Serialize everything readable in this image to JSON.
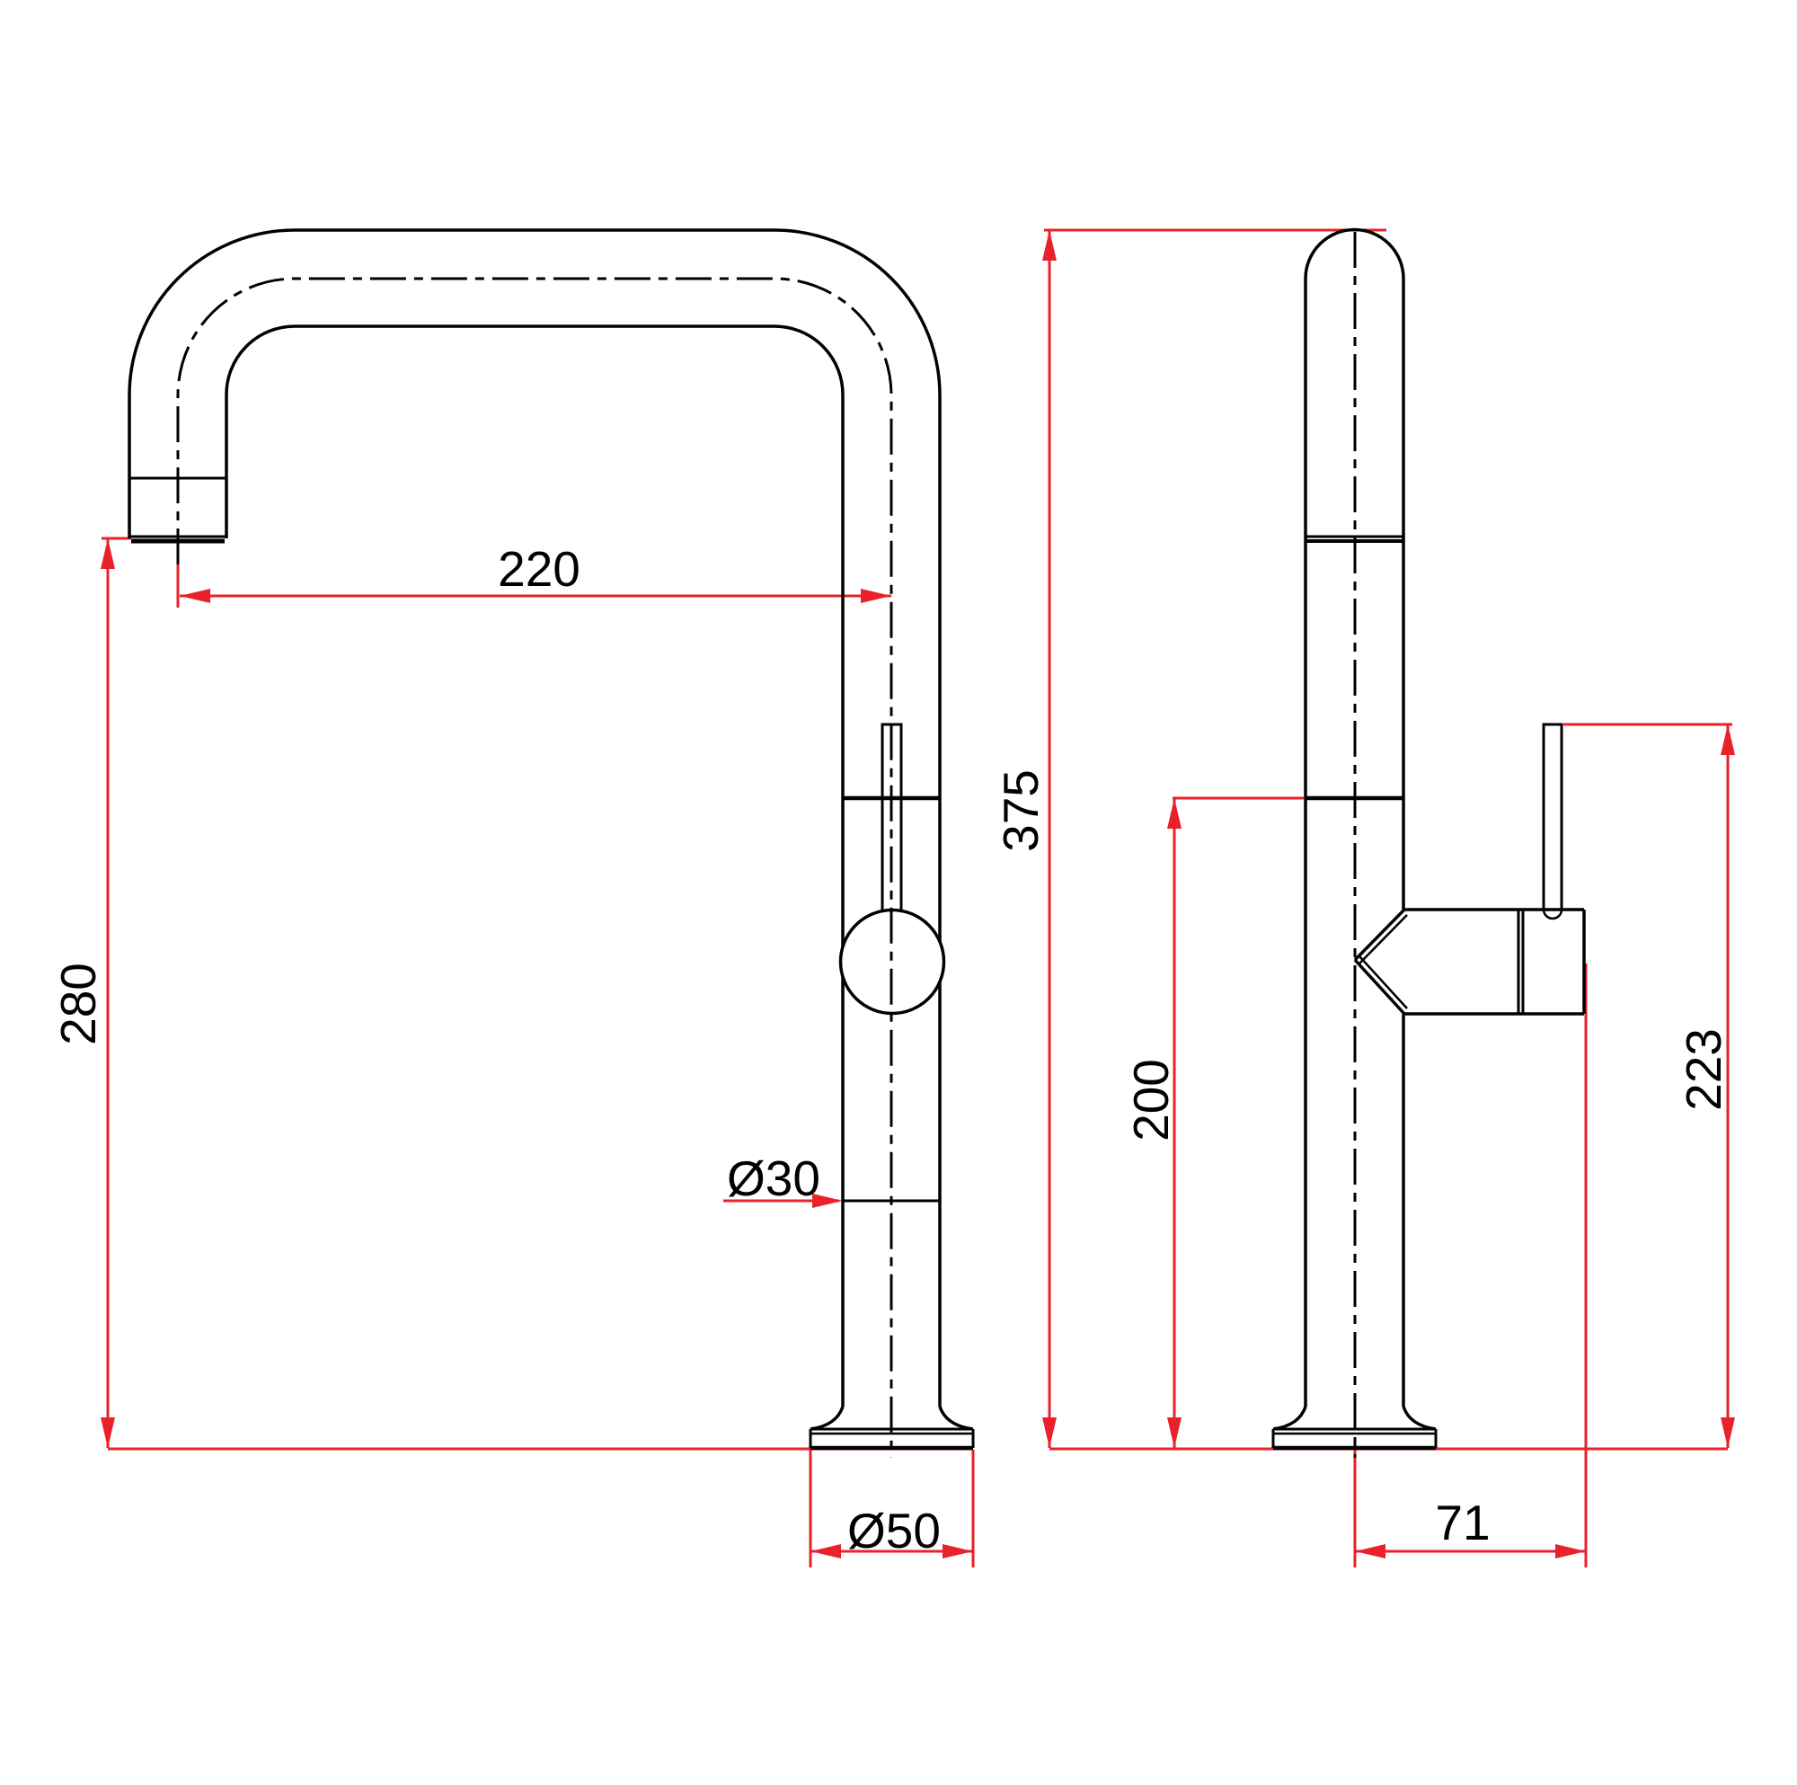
{
  "page": {
    "title": "Kitchen faucet technical dimension drawing",
    "background": "#ffffff"
  },
  "drawing": {
    "line_color": "#000000",
    "dimension_color": "#e8212a",
    "views": {
      "front": "front-view",
      "side": "side-view"
    },
    "dimensions": {
      "spout_reach": "220",
      "spout_outlet_height": "280",
      "total_height": "375",
      "body_joint_height": "200",
      "handle_top_height": "223",
      "body_diameter": "Ø30",
      "base_diameter": "Ø50",
      "handle_offset": "71"
    }
  }
}
